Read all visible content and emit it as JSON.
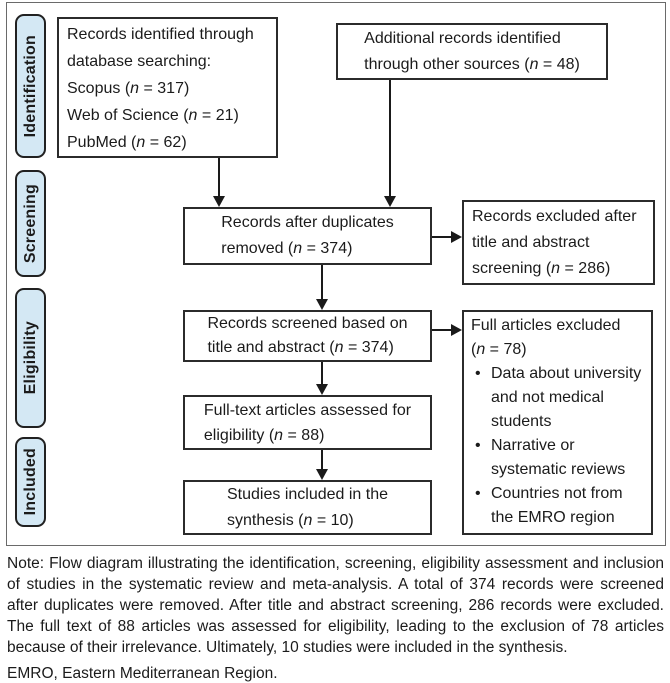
{
  "shared": {
    "n": "n",
    "bullet": "•"
  },
  "sidebar": {
    "stages": [
      "Identification",
      "Screening",
      "Eligibility",
      "Included"
    ]
  },
  "boxes": {
    "db_search": {
      "line1": "Records identified through",
      "line2": "database searching:",
      "scopus_pre": "Scopus (",
      "scopus_post": " = 317)",
      "wos_pre": "Web of Science (",
      "wos_post": " = 21)",
      "pubmed_pre": "PubMed (",
      "pubmed_post": " = 62)"
    },
    "other_sources": {
      "line1": "Additional records identified",
      "line2_pre": "through other sources (",
      "line2_post": " = 48)"
    },
    "duplicates_removed": {
      "line1": "Records after duplicates",
      "line2_pre": "removed (",
      "line2_post": " = 374)"
    },
    "excluded_title_abstract": {
      "line1": "Records excluded after",
      "line2": "title and abstract",
      "line3_pre": "screening (",
      "line3_post": " = 286)"
    },
    "screened": {
      "line1": "Records screened based on",
      "line2_pre": "title and abstract (",
      "line2_post": " = 374)"
    },
    "full_articles_excluded": {
      "title": "Full articles excluded",
      "count_pre": "(",
      "count_post": " = 78)",
      "bullets": [
        "Data about university and not medical students",
        "Narrative or systematic reviews",
        "Countries not from the EMRO region"
      ]
    },
    "fulltext_assessed": {
      "line1": "Full-text articles assessed for",
      "line2_pre": "eligibility (",
      "line2_post": " = 88)"
    },
    "included_synthesis": {
      "line1": "Studies included in the",
      "line2_pre": "synthesis (",
      "line2_post": " = 10)"
    }
  },
  "note": {
    "body": "Note: Flow diagram illustrating the identification, screening, eligibility assessment and inclusion of studies in the systematic review and meta-analysis. A total of 374 records were screened after duplicates were removed. After title and abstract screening, 286 records were excluded. The full text of 88 articles was assessed for eligibility, leading to the exclusion of 78 articles because of their irrelevance. Ultimately, 10 studies were included in the synthesis.",
    "abbrev": "EMRO, Eastern Mediterranean Region."
  },
  "colors": {
    "stage_fill": "#d4e8f4",
    "line_dark": "#212121",
    "panel_border": "#6a6a6a",
    "text": "#1b1b1b"
  }
}
